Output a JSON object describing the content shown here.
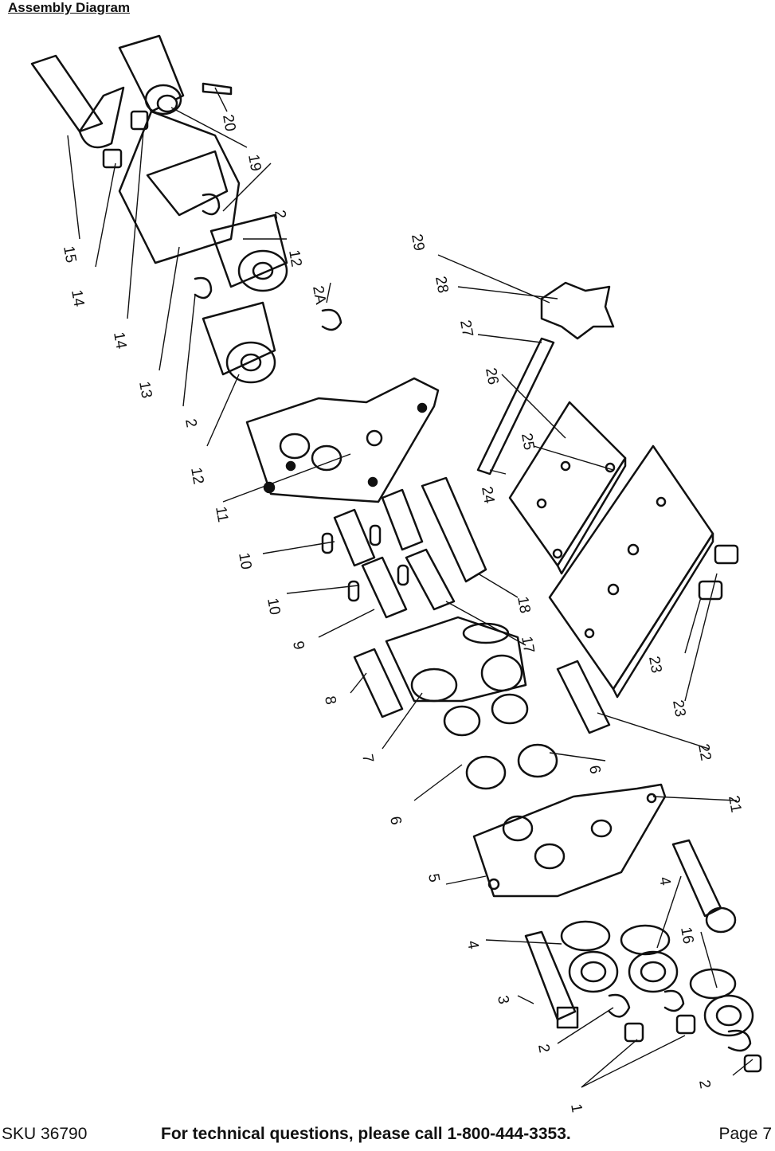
{
  "header": {
    "title": "Assembly Diagram"
  },
  "diagram": {
    "part_labels": [
      "1",
      "2",
      "2",
      "2",
      "2",
      "2A",
      "3",
      "4",
      "4",
      "5",
      "6",
      "6",
      "7",
      "8",
      "9",
      "10",
      "10",
      "11",
      "12",
      "12",
      "13",
      "14",
      "14",
      "15",
      "16",
      "17",
      "18",
      "19",
      "20",
      "21",
      "22",
      "23",
      "23",
      "24",
      "25",
      "26",
      "27",
      "28",
      "29"
    ]
  },
  "footer": {
    "sku": "SKU 36790",
    "help": "For technical questions, please call 1-800-444-3353.",
    "page": "Page 7"
  }
}
